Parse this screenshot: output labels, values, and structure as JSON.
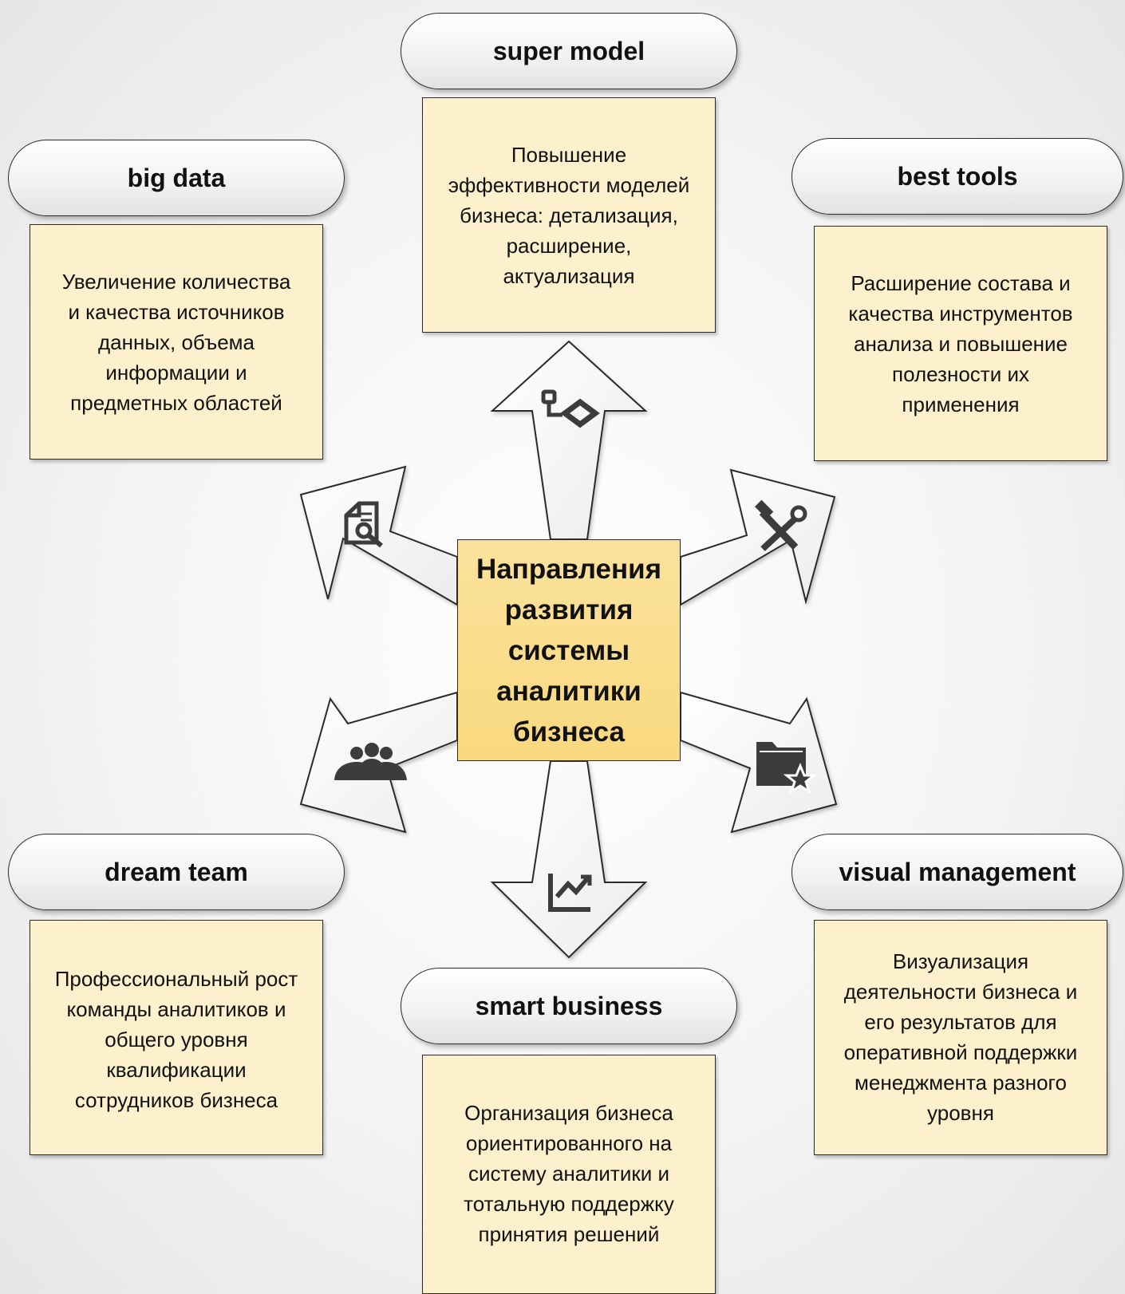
{
  "center": {
    "lines": [
      "Направления",
      "развития",
      "системы",
      "аналитики",
      "бизнеса"
    ]
  },
  "nodes": {
    "super_model": {
      "title": "super model",
      "lines": [
        "Повышение",
        "эффективности моделей",
        "бизнеса: детализация,",
        "расширение,",
        "актуализация"
      ],
      "icon": "workflow-icon"
    },
    "big_data": {
      "title": "big data",
      "lines": [
        "Увеличение количества",
        "и качества источников",
        "данных, объема",
        "информации и",
        "предметных областей"
      ],
      "icon": "document-search-icon"
    },
    "best_tools": {
      "title": "best tools",
      "lines": [
        "Расширение состава и",
        "качества инструментов",
        "анализа и повышение",
        "полезности их",
        "применения"
      ],
      "icon": "tools-icon"
    },
    "dream_team": {
      "title": "dream team",
      "lines": [
        "Профессиональный рост",
        "команды аналитиков и",
        "общего уровня",
        "квалификации",
        "сотрудников бизнеса"
      ],
      "icon": "team-icon"
    },
    "smart_business": {
      "title": "smart business",
      "lines": [
        "Организация бизнеса",
        "ориентированного на",
        "систему аналитики и",
        "тотальную поддержку",
        "принятия решений"
      ],
      "icon": "trend-chart-icon"
    },
    "visual_management": {
      "title": "visual management",
      "lines": [
        "Визуализация",
        "деятельности бизнеса и",
        "его результатов для",
        "оперативной поддержки",
        "менеджмента разного",
        "уровня"
      ],
      "icon": "folder-star-icon"
    }
  },
  "colors": {
    "box_fill": "#fdf0cc",
    "center_fill": "#f9d97f",
    "border": "#2b2b2b",
    "icon": "#3c3c3c"
  }
}
